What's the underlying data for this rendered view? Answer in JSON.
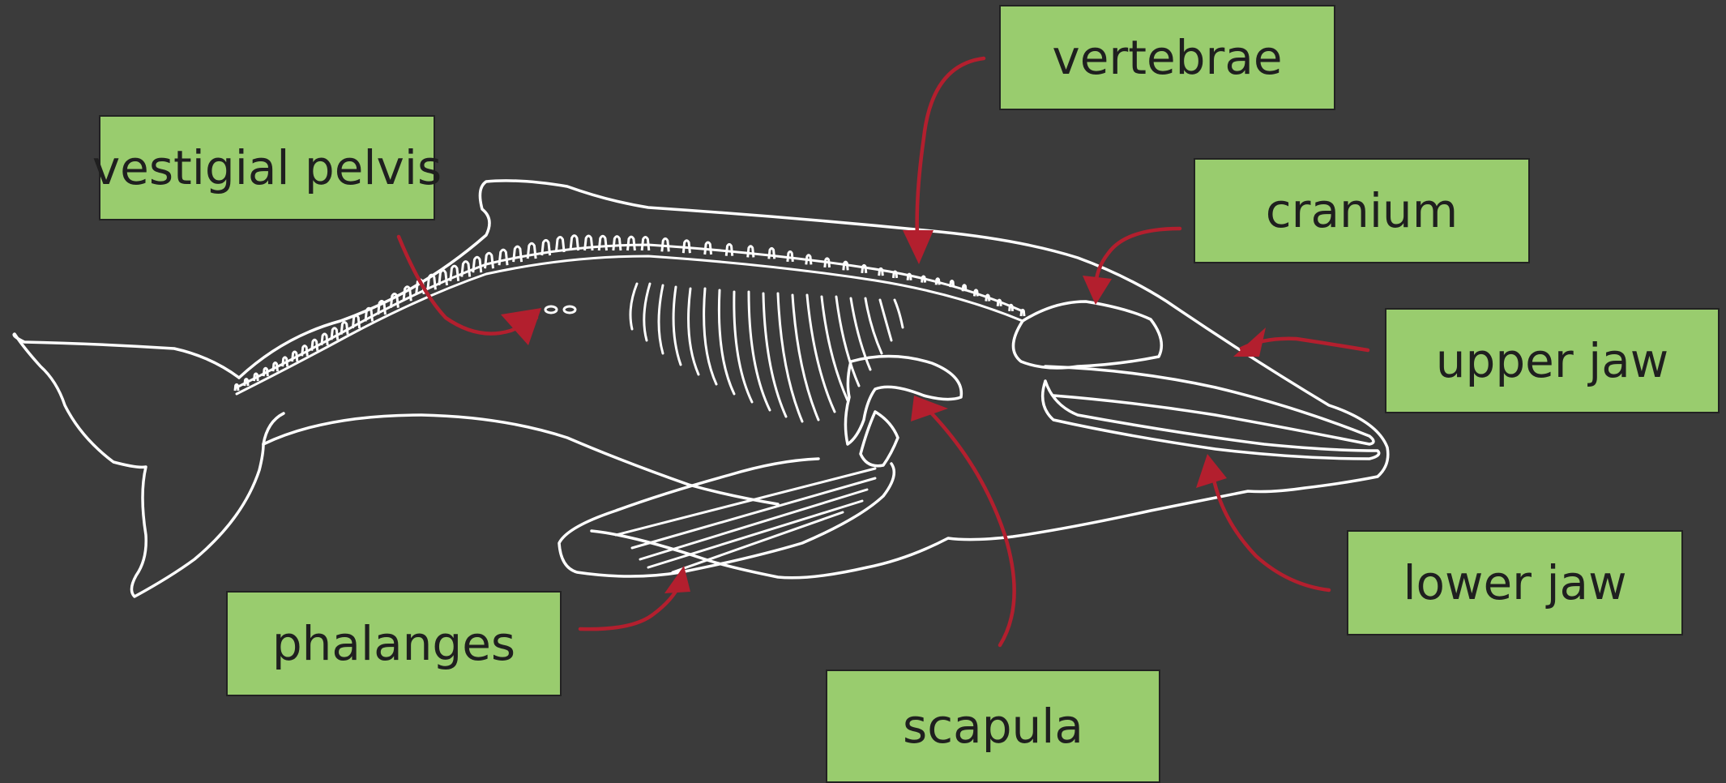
{
  "labels": {
    "vertebrae": "vertebrae",
    "vestigial_pelvis": "vestigial pelvis",
    "cranium": "cranium",
    "upper_jaw": "upper jaw",
    "lower_jaw": "lower jaw",
    "phalanges": "phalanges",
    "scapula": "scapula"
  },
  "colors": {
    "background": "#3b3b3b",
    "label_fill": "#99cc6e",
    "arrow": "#b31f2e",
    "skeleton": "#ffffff"
  }
}
